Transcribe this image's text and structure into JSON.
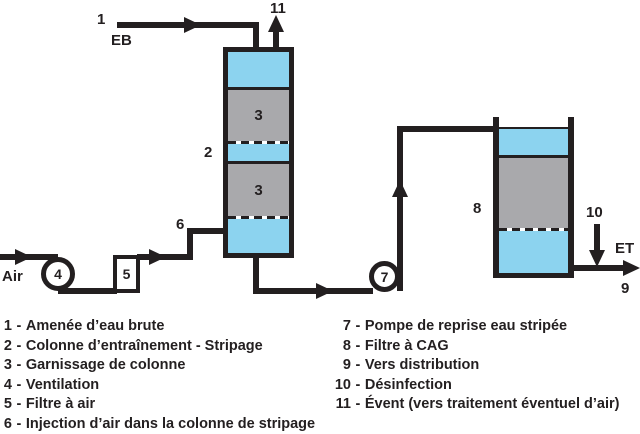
{
  "diagram": {
    "labels": {
      "n1": "1",
      "eb": "EB",
      "n11": "11",
      "n2": "2",
      "n3_top": "3",
      "n3_bottom": "3",
      "n6": "6",
      "air": "Air",
      "n4": "4",
      "n5": "5",
      "n7": "7",
      "n8": "8",
      "n10": "10",
      "et": "ET",
      "n9": "9"
    },
    "colors": {
      "water_blue": "#8CD3EF",
      "packing_gray": "#A9A9AC",
      "line_black": "#231F20"
    }
  },
  "legend": {
    "separator": "-",
    "left": [
      {
        "num": "1",
        "label": "Amenée d’eau brute"
      },
      {
        "num": "2",
        "label": "Colonne d’entraînement - Stripage"
      },
      {
        "num": "3",
        "label": "Garnissage de colonne"
      },
      {
        "num": "4",
        "label": "Ventilation"
      },
      {
        "num": "5",
        "label": "Filtre à air"
      },
      {
        "num": "6",
        "label": "Injection d’air dans la colonne de stripage"
      }
    ],
    "right": [
      {
        "num": "7",
        "label": "Pompe de reprise eau stripée"
      },
      {
        "num": "8",
        "label": "Filtre à CAG"
      },
      {
        "num": "9",
        "label": "Vers distribution"
      },
      {
        "num": "10",
        "label": "Désinfection"
      },
      {
        "num": "11",
        "label": "Évent (vers traitement éventuel d’air)"
      }
    ]
  }
}
